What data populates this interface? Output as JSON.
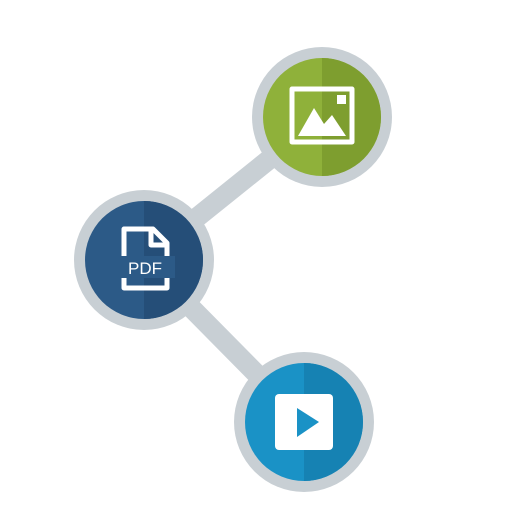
{
  "diagram": {
    "nodes": [
      {
        "id": "image",
        "icon": "image-icon",
        "fill": "#8fb13a",
        "shade": "#7e9e2f"
      },
      {
        "id": "pdf",
        "icon": "pdf-file-icon",
        "fill": "#2c5a87",
        "shade": "#254e78",
        "label": "PDF"
      },
      {
        "id": "video",
        "icon": "play-icon",
        "fill": "#1a92c6",
        "shade": "#1682b3"
      }
    ],
    "ring_color": "#c8cfd4",
    "connector_color": "#c8cfd4",
    "icon_color": "#ffffff"
  }
}
